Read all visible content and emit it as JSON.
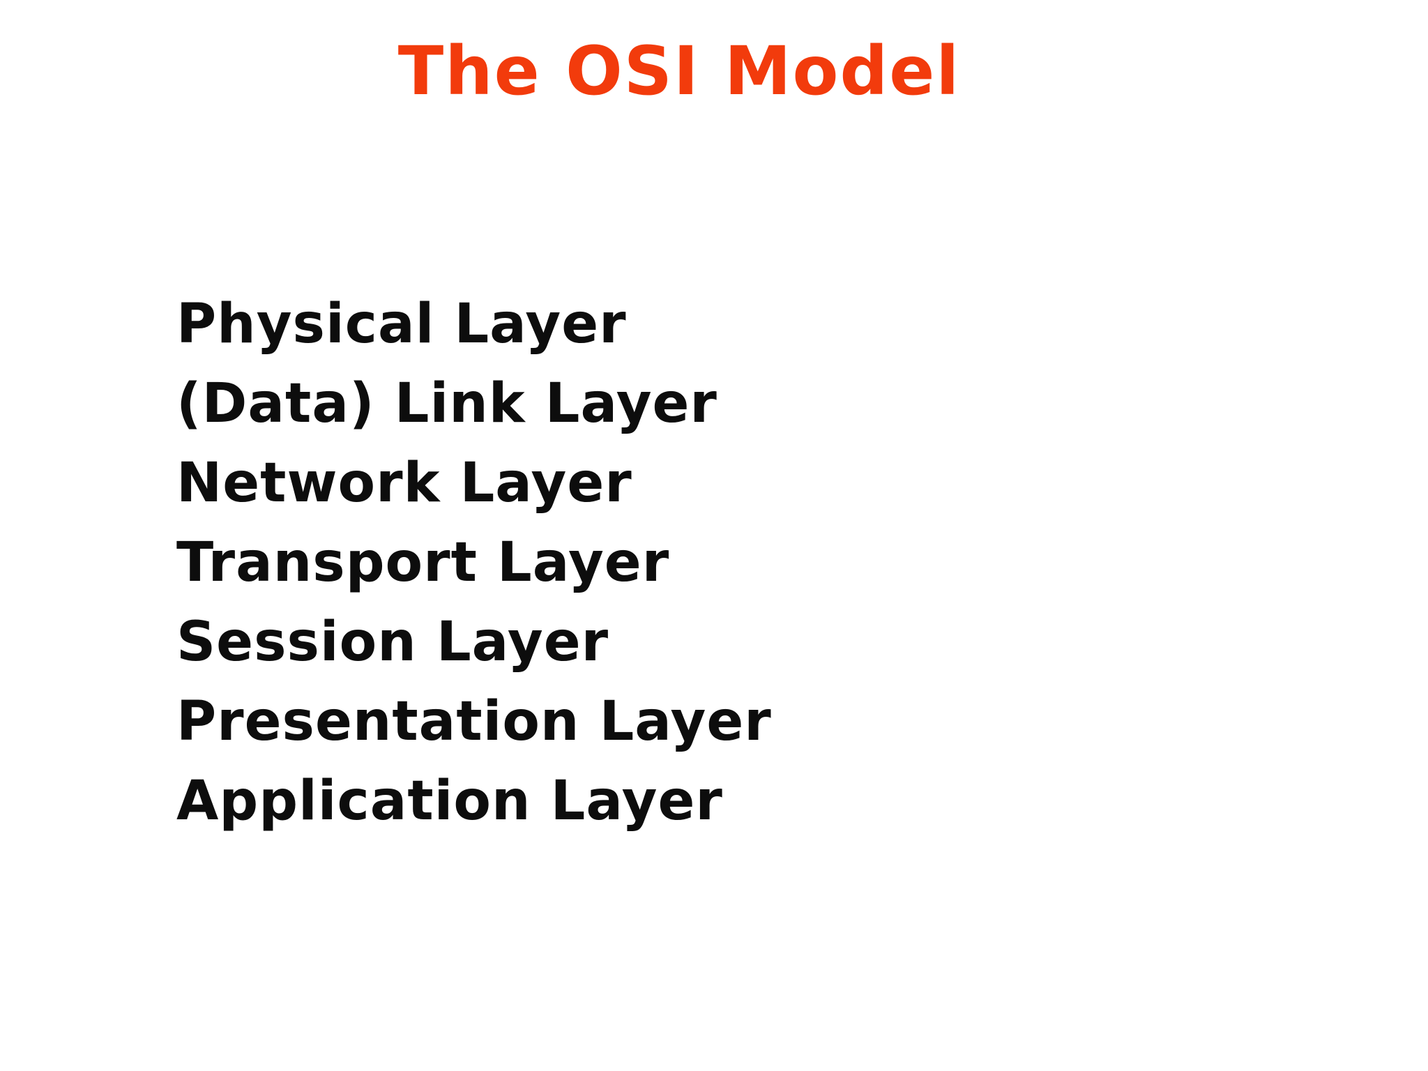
{
  "slide": {
    "title": "The OSI Model",
    "title_color": "#f23b0c",
    "text_color": "#0d0d0d",
    "background_color": "#ffffff",
    "layers": [
      "Physical Layer",
      "(Data) Link Layer",
      "Network Layer",
      "Transport Layer",
      "Session Layer",
      "Presentation Layer",
      "Application Layer"
    ]
  }
}
